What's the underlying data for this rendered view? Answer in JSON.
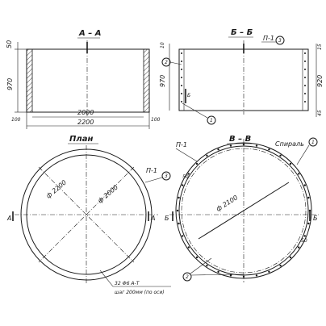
{
  "sections": {
    "aa": {
      "title": "А – А"
    },
    "bb": {
      "title": "Б – Б"
    },
    "plan": {
      "title": "План"
    },
    "vv": {
      "title": "В – В"
    }
  },
  "dims": {
    "inner_width": "2000",
    "outer_width": "2200",
    "height_aa": "970",
    "top_aa": "50",
    "bottom_aa": "100",
    "left_bottom_aa": "100",
    "height_bb": "970",
    "top_bb": "10",
    "height_bb_right": "920",
    "top_bb_right": "15",
    "bottom_bb_right": "45",
    "diam_outer": "ф 2200",
    "diam_inner": "ф 2000",
    "diam_vv": "ф 2100",
    "d50a": "50",
    "d50b": "50"
  },
  "labels": {
    "p1_bb": "П-1",
    "p1_plan": "П-1",
    "p1_vv": "П-1",
    "spiral": "Спираль",
    "rebar_line1": "32 Ф6 А-Т",
    "rebar_line2": "шаг 200мм (по оси)",
    "cut_a1": "А",
    "cut_a2": "А",
    "cut_b1": "Б",
    "cut_b2": "Б",
    "cut_b_bb": "Б"
  },
  "callouts": {
    "c1a": "1",
    "c1b": "1",
    "c2a": "2",
    "c2b": "2",
    "c3a": "3",
    "c3b": "3"
  }
}
